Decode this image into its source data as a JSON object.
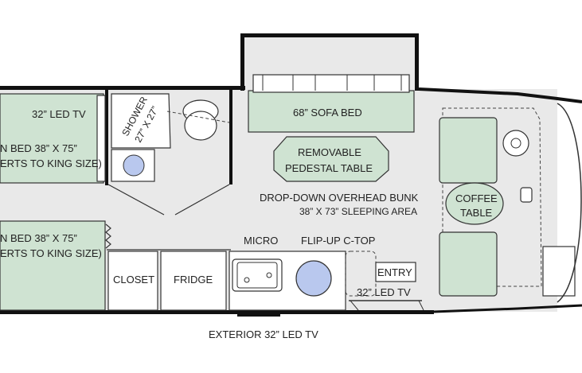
{
  "labels": {
    "bed_tv": "32” LED TV",
    "bed_upper_line1": "N BED 38” X 75”",
    "bed_upper_line2": "ERTS TO KING SIZE)",
    "bed_lower_line1": "N BED 38” X 75”",
    "bed_lower_line2": "ERTS TO KING SIZE)",
    "shower_line1": "SHOWER",
    "shower_line2": "27” X 27”",
    "sofa_bed": "68” SOFA BED",
    "table_line1": "REMOVABLE",
    "table_line2": "PEDESTAL TABLE",
    "bunk_line1": "DROP-DOWN OVERHEAD BUNK",
    "bunk_line2": "38” X 73” SLEEPING AREA",
    "coffee_line1": "COFFEE",
    "coffee_line2": "TABLE",
    "micro": "MICRO",
    "ctop": "FLIP-UP C-TOP",
    "closet": "CLOSET",
    "fridge": "FRIDGE",
    "entry": "ENTRY",
    "entry_tv": "32” LED TV",
    "exterior_tv": "EXTERIOR 32” LED TV"
  },
  "colors": {
    "furniture_green": "#cfe3d2",
    "floor_gray": "#e9e9e9",
    "wall_black": "#111111",
    "sink_blue": "#b9c8ee"
  }
}
